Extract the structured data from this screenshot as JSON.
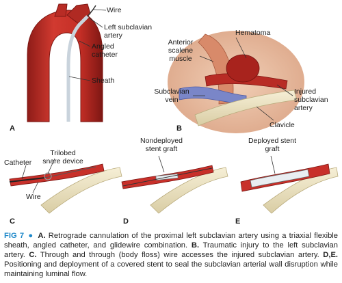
{
  "panels": {
    "A": {
      "letter": "A",
      "labels": {
        "wire": "Wire",
        "left_subclavian_artery": "Left subclavian artery",
        "angled_catheter": "Angled catheter",
        "sheath": "Sheath"
      }
    },
    "B": {
      "letter": "B",
      "labels": {
        "hematoma": "Hematoma",
        "anterior_scalene_muscle": "Anterior scalene muscle",
        "subclavian_vein": "Subclavian vein",
        "injured_subclavian_artery": "Injured subclavian artery",
        "clavicle": "Clavicle"
      }
    },
    "C": {
      "letter": "C",
      "labels": {
        "catheter": "Catheter",
        "trilobed_snare_device": "Trilobed snare device",
        "wire": "Wire"
      }
    },
    "D": {
      "letter": "D",
      "labels": {
        "nondeployed_stent_graft": "Nondeployed stent graft"
      }
    },
    "E": {
      "letter": "E",
      "labels": {
        "deployed_stent_graft": "Deployed stent graft"
      }
    }
  },
  "caption": {
    "fig": "FIG 7",
    "bullet": "●",
    "a_letter": "A.",
    "a_text": " Retrograde cannulation of the proximal left subclavian artery using a triaxial flexible sheath, angled catheter, and glidewire combination. ",
    "b_letter": "B.",
    "b_text": " Traumatic injury to the left subclavian artery. ",
    "c_letter": "C.",
    "c_text": " Through and through (body floss) wire accesses the injured subclavian artery. ",
    "de_letter": "D,E.",
    "de_text": " Positioning and deployment of a covered stent to seal the subclavian arterial wall disruption while maintaining luminal flow."
  },
  "colors": {
    "artery": "#c8302a",
    "artery_dark": "#8e1c18",
    "vein": "#7a86c8",
    "bone": "#efe6c4",
    "muscle": "#d88a6a",
    "tissue": "#e9c3a8",
    "sheath": "#c9d3dc",
    "caption_accent": "#1e88c9"
  }
}
